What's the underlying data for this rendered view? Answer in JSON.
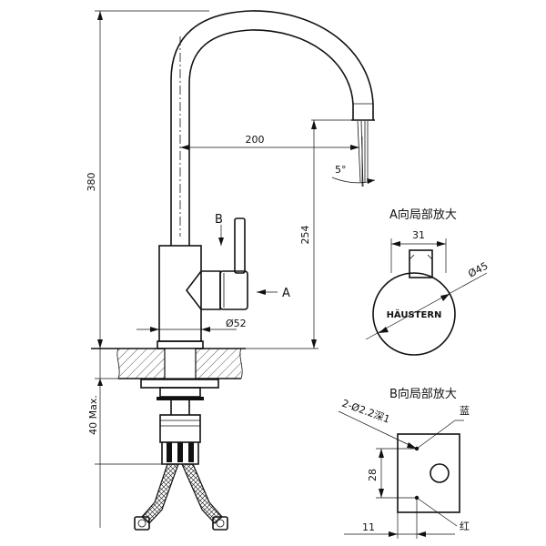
{
  "dimensions": {
    "height_total": "380",
    "reach": "200",
    "spout_height": "254",
    "below_deck": "40 Max.",
    "base_diameter": "Ø52",
    "spout_angle": "5°"
  },
  "callouts": {
    "view_a": "A",
    "view_b": "B"
  },
  "detail_a": {
    "title": "A向局部放大",
    "width": "31",
    "diameter": "Ø45",
    "brand": "HÄUSTERN"
  },
  "detail_b": {
    "title": "B向局部放大",
    "holes": "2-Ø2.2深1",
    "height": "28",
    "offset": "11",
    "blue": "蓝",
    "red": "红"
  }
}
